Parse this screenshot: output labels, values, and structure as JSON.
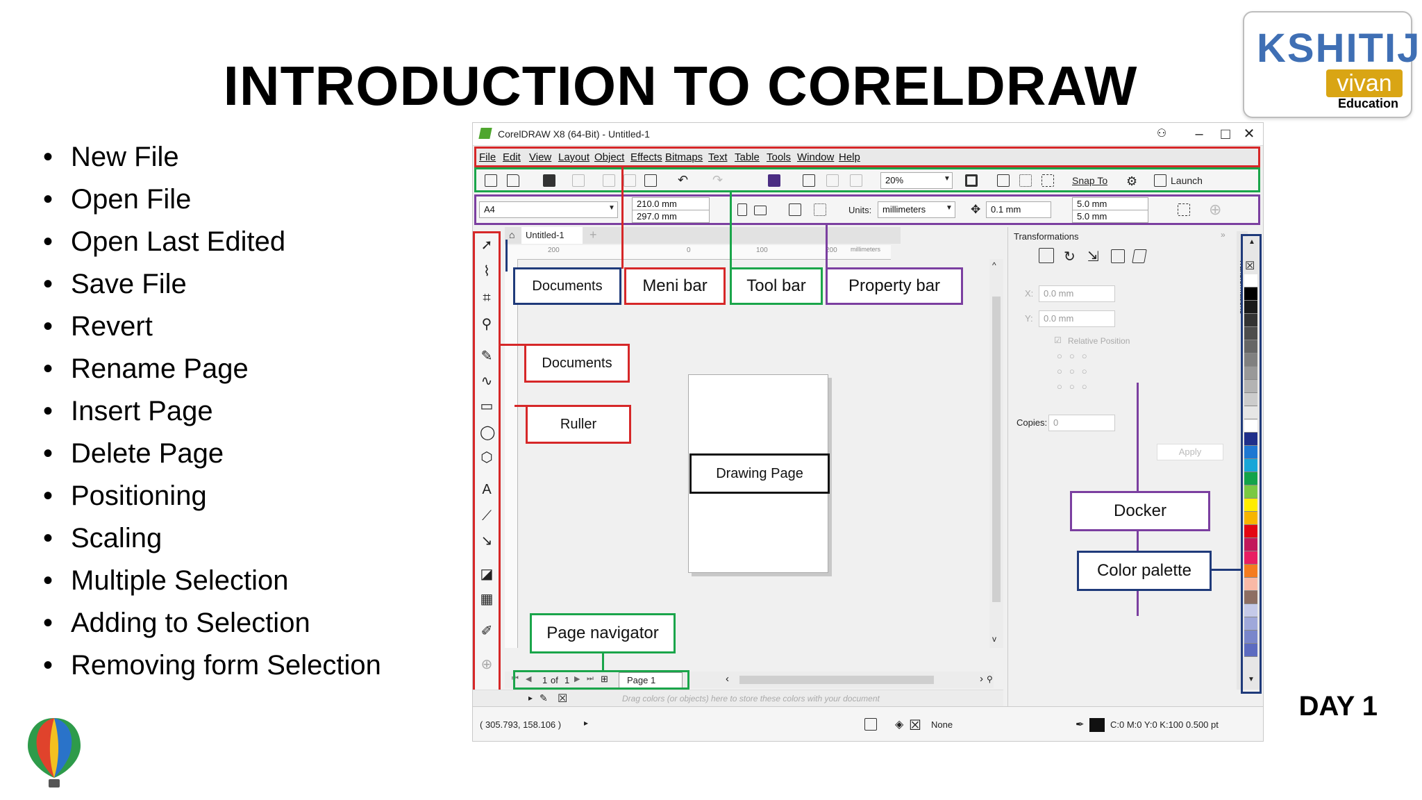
{
  "slide": {
    "title": "INTRODUCTION TO CORELDRAW",
    "day_label": "DAY 1",
    "topics": [
      "New File",
      "Open File",
      "Open Last Edited",
      "Save File",
      "Revert",
      "Rename Page",
      "Insert Page",
      "Delete Page",
      "Positioning",
      "Scaling",
      "Multiple Selection",
      "Adding to Selection",
      "Removing form Selection"
    ],
    "brand": {
      "name": "KSHITIJ",
      "sub": "vivan",
      "tagline": "Education"
    }
  },
  "window": {
    "title": "CorelDRAW X8 (64-Bit) - Untitled-1",
    "controls": {
      "minimize": "–",
      "maximize": "□",
      "close": "✕"
    }
  },
  "menu": [
    "File",
    "Edit",
    "View",
    "Layout",
    "Object",
    "Effects",
    "Bitmaps",
    "Text",
    "Table",
    "Tools",
    "Window",
    "Help"
  ],
  "toolbar": {
    "zoom": "20%",
    "snap": "Snap To",
    "launch": "Launch"
  },
  "property_bar": {
    "page_size": "A4",
    "width": "210.0 mm",
    "height": "297.0 mm",
    "units_label": "Units:",
    "units": "millimeters",
    "nudge": "0.1 mm",
    "dup_x": "5.0 mm",
    "dup_y": "5.0 mm"
  },
  "document_tab": "Untitled-1",
  "ruler": {
    "ticks": [
      "200",
      "0",
      "100",
      "200"
    ],
    "unit": "millimeters"
  },
  "page_navigator": {
    "current": "1",
    "of_label": "of",
    "total": "1",
    "page_tab": "Page 1"
  },
  "docker": {
    "title": "Transformations",
    "x": "0.0 mm",
    "y": "0.0 mm",
    "relative": "Relative Position",
    "copies_label": "Copies:",
    "copies": "0",
    "apply": "Apply",
    "side_tab": "Transformations"
  },
  "document_palette_hint": "Drag colors (or objects) here to store these colors with your document",
  "status_bar": {
    "coords": "( 305.793, 158.106 )",
    "fill": "None",
    "outline": "C:0 M:0 Y:0 K:100  0.500 pt"
  },
  "callouts": {
    "documents_top": "Documents",
    "menu_bar": "Meni bar",
    "tool_bar": "Tool bar",
    "property_bar": "Property bar",
    "documents_side": "Documents",
    "ruler": "Ruller",
    "drawing_page": "Drawing Page",
    "docker": "Docker",
    "color_palette": "Color palette",
    "page_navigator": "Page navigator"
  },
  "palette": [
    "#ffffff",
    "#000000",
    "#1a1a1a",
    "#333333",
    "#4d4d4d",
    "#666666",
    "#808080",
    "#999999",
    "#b3b3b3",
    "#cccccc",
    "#e6e6e6",
    "#ffffff",
    "#1f2f8a",
    "#1e78d2",
    "#18a6d8",
    "#13a34a",
    "#7ac943",
    "#ffed00",
    "#f7b500",
    "#e30613",
    "#c2185b",
    "#e91e63",
    "#f47c20",
    "#f9b9a6",
    "#8d6e63",
    "#c5cae9",
    "#9fa8da",
    "#7986cb",
    "#5c6bc0"
  ],
  "colors": {
    "menu_bar_frame": "#d62728",
    "tool_bar_frame": "#1aa54a",
    "property_bar_frame": "#7b3fa0",
    "documents_frame": "#1f3a7a",
    "palette_frame": "#1f3a7a"
  }
}
